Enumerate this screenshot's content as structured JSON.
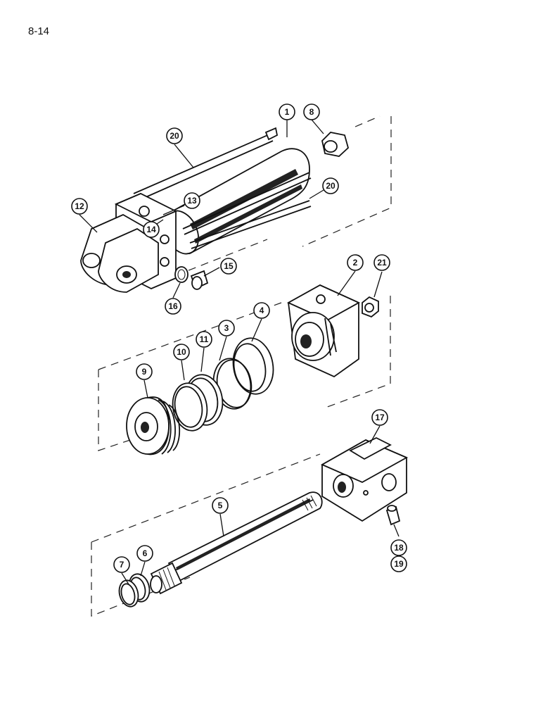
{
  "page": {
    "number": "8-14"
  },
  "callouts": [
    {
      "id": "c1",
      "label": "1"
    },
    {
      "id": "c2",
      "label": "2"
    },
    {
      "id": "c3",
      "label": "3"
    },
    {
      "id": "c4",
      "label": "4"
    },
    {
      "id": "c5",
      "label": "5"
    },
    {
      "id": "c6",
      "label": "6"
    },
    {
      "id": "c7",
      "label": "7"
    },
    {
      "id": "c8",
      "label": "8"
    },
    {
      "id": "c9",
      "label": "9"
    },
    {
      "id": "c10",
      "label": "10"
    },
    {
      "id": "c11",
      "label": "11"
    },
    {
      "id": "c12",
      "label": "12"
    },
    {
      "id": "c13",
      "label": "13"
    },
    {
      "id": "c14",
      "label": "14"
    },
    {
      "id": "c15",
      "label": "15"
    },
    {
      "id": "c16",
      "label": "16"
    },
    {
      "id": "c17",
      "label": "17"
    },
    {
      "id": "c18",
      "label": "18"
    },
    {
      "id": "c19",
      "label": "19"
    },
    {
      "id": "c20a",
      "label": "20"
    },
    {
      "id": "c20b",
      "label": "20"
    },
    {
      "id": "c21",
      "label": "21"
    }
  ]
}
